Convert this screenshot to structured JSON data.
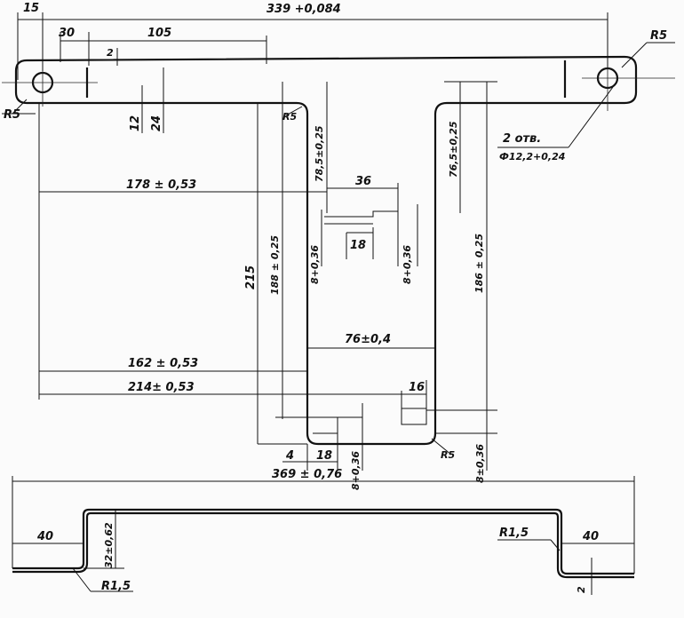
{
  "drawing": {
    "top_view": {
      "d_15": "15",
      "d_339": "339 +0,084",
      "d_30": "30",
      "d_105": "105",
      "d_2_top": "2",
      "r5_right": "R5",
      "r5_left": "R5",
      "d_12": "12",
      "d_24": "24",
      "r5_inner": "R5",
      "d_78_5": "78,5±0,25",
      "d_76_5": "76,5±0,25",
      "holes_note": "2 отв.",
      "holes_dia": "Ф12,2+0,24",
      "d_178": "178 ± 0,53",
      "d_36": "36",
      "d_18_mid": "18",
      "d_8_left": "8+0,36",
      "d_8_right": "8+0,36",
      "d_215": "215",
      "d_188": "188 ± 0,25",
      "d_186": "186 ± 0,25",
      "d_76": "76±0,4",
      "d_162": "162 ± 0,53",
      "d_214": "214± 0,53",
      "d_16": "16",
      "d_4": "4",
      "d_18_bot": "18",
      "d_8_bot": "8+0,36",
      "r5_bottom": "R5",
      "d_8_bot_right": "8±0,36"
    },
    "side_view": {
      "d_369": "369 ± 0,76",
      "d_40_left": "40",
      "d_32": "32±0,62",
      "r1_5_left": "R1,5",
      "r1_5_right": "R1,5",
      "d_40_right": "40",
      "d_2": "2"
    }
  }
}
